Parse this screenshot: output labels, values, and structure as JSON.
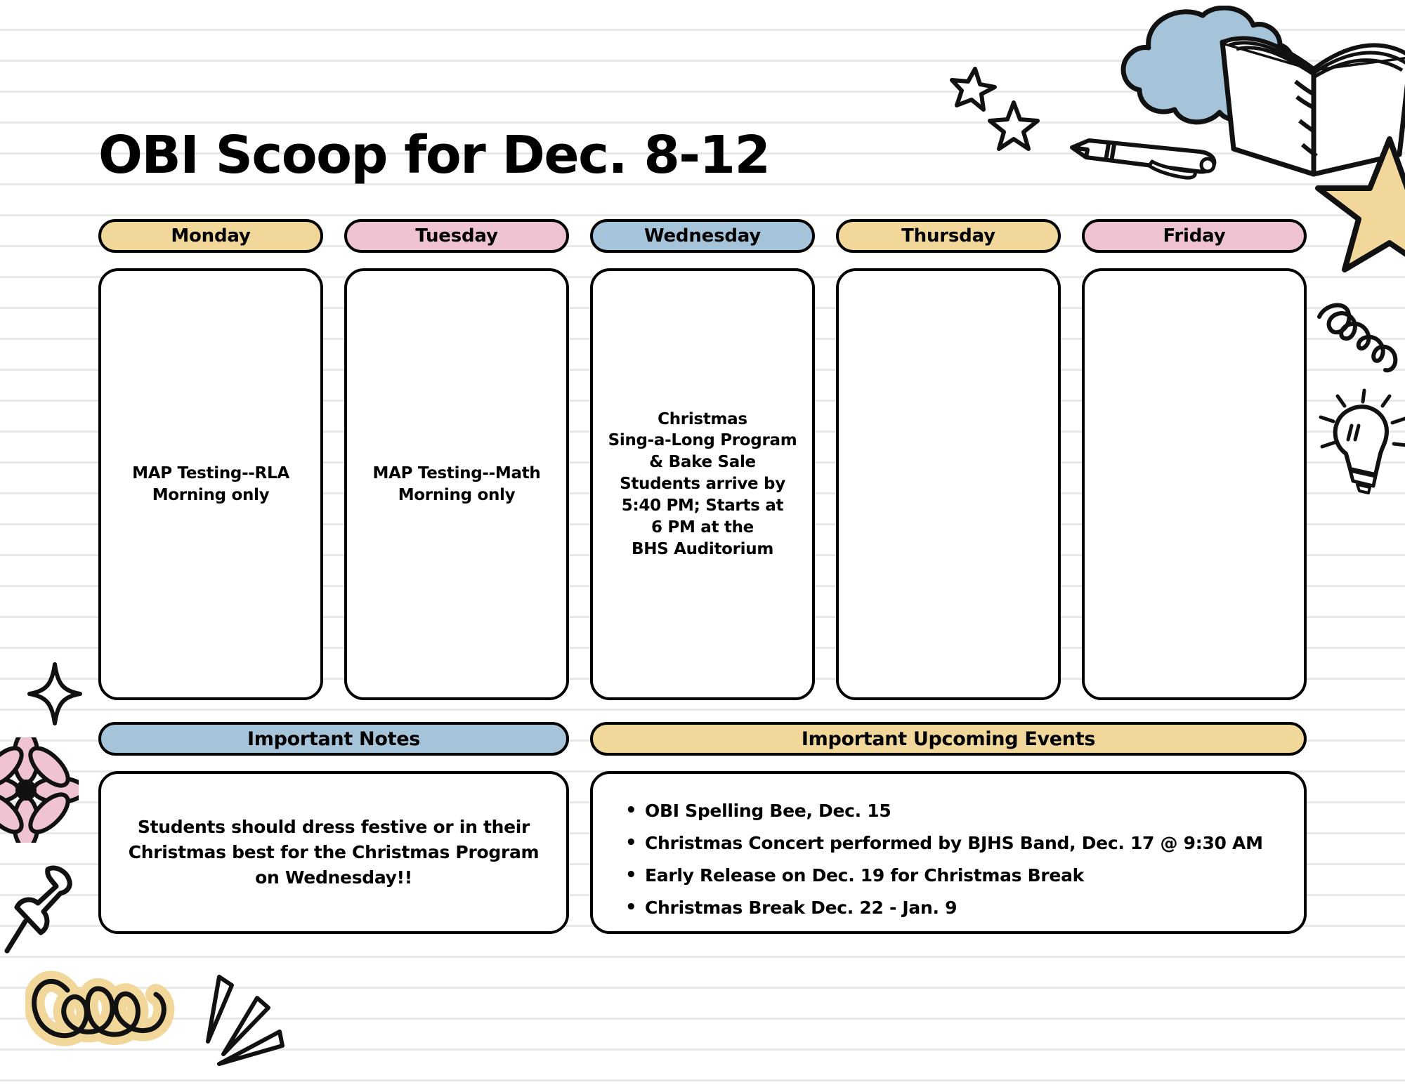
{
  "page": {
    "title": "OBI Scoop for Dec. 8-12",
    "background": "ruled-notebook-paper"
  },
  "colors": {
    "gold": "#f2d79b",
    "pink": "#efc3d3",
    "blue": "#a6c4d9",
    "outline": "#000000",
    "rule_line": "#e8e8e8",
    "paper": "#ffffff"
  },
  "week": {
    "days": [
      {
        "label": "Monday",
        "pill_color": "gold",
        "content": "MAP Testing--RLA\nMorning only"
      },
      {
        "label": "Tuesday",
        "pill_color": "pink",
        "content": "MAP Testing--Math\nMorning only"
      },
      {
        "label": "Wednesday",
        "pill_color": "blue",
        "content": "Christmas\nSing-a-Long Program\n& Bake Sale\nStudents arrive by\n5:40 PM; Starts at\n6 PM at the\nBHS Auditorium"
      },
      {
        "label": "Thursday",
        "pill_color": "gold",
        "content": ""
      },
      {
        "label": "Friday",
        "pill_color": "pink",
        "content": ""
      }
    ]
  },
  "notes": {
    "heading": "Important Notes",
    "heading_color": "blue",
    "body": "Students should dress festive or in their Christmas best for the Christmas Program on Wednesday!!"
  },
  "events": {
    "heading": "Important Upcoming Events",
    "heading_color": "gold",
    "items": [
      "OBI Spelling Bee, Dec. 15",
      "Christmas Concert performed by BJHS Band, Dec. 17 @ 9:30 AM",
      "Early Release on Dec. 19 for Christmas Break",
      "Christmas Break Dec. 22 - Jan. 9"
    ]
  },
  "decorations": [
    {
      "name": "cloud-doodle",
      "color": "#a6c4d9",
      "position": "top-right"
    },
    {
      "name": "star-outline-doodle",
      "color": "#ffffff",
      "position": "top-right"
    },
    {
      "name": "star-outline-small-doodle",
      "color": "#ffffff",
      "position": "top-right"
    },
    {
      "name": "pen-doodle",
      "color": "#ffffff",
      "position": "top-right"
    },
    {
      "name": "open-book-doodle",
      "color": "#ffffff",
      "position": "top-right"
    },
    {
      "name": "star-filled-doodle",
      "color": "#f2d79b",
      "position": "right"
    },
    {
      "name": "spiral-squiggle-doodle",
      "color": "#000000",
      "position": "right"
    },
    {
      "name": "lightbulb-doodle",
      "color": "#ffffff",
      "position": "right"
    },
    {
      "name": "sparkle-doodle",
      "color": "#ffffff",
      "position": "left"
    },
    {
      "name": "flower-doodle",
      "color": "#efc3d3",
      "position": "left"
    },
    {
      "name": "pushpin-doodle",
      "color": "#ffffff",
      "position": "left"
    },
    {
      "name": "loop-squiggle-doodle",
      "color": "#f2d79b",
      "position": "bottom-left"
    },
    {
      "name": "action-lines-doodle",
      "color": "#ffffff",
      "position": "bottom-left"
    }
  ]
}
